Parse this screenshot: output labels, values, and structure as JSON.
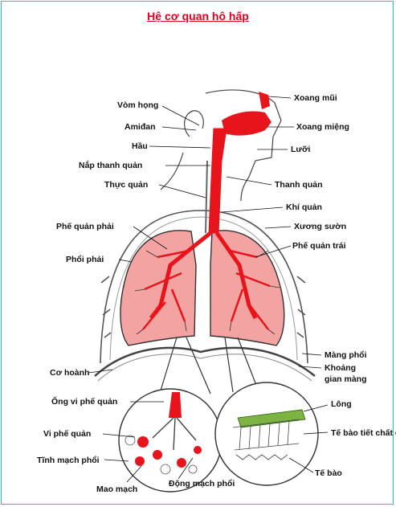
{
  "title": "Hệ cơ quan hô hấp",
  "colors": {
    "frame": "#2fc4a8",
    "title": "#e0001b",
    "airway": "#e8141c",
    "lung": "#f4a3a3",
    "lung_dark": "#d98484",
    "cilia": "#7cb342"
  },
  "labels": {
    "vom_hong": "Vòm họng",
    "amidan": "Amiđan",
    "hau": "Hầu",
    "nap_thanh_quan": "Nắp thanh quản",
    "thuc_quan": "Thực quản",
    "phe_quan_phai": "Phế quản phải",
    "phoi_phai": "Phổi phải",
    "co_hoanh": "Cơ hoành",
    "xoang_mui": "Xoang mũi",
    "xoang_mieng": "Xoang miệng",
    "luoi": "Lưỡi",
    "thanh_quan": "Thanh quản",
    "khi_quan": "Khí quản",
    "xuong_suon": "Xương sườn",
    "phe_quan_trai": "Phế quản trái",
    "mang_phoi": "Màng phổi",
    "khoang_gian_mang_1": "Khoảng",
    "khoang_gian_mang_2": "gian màng",
    "ong_vi_phe_quan": "Ống vi phế quản",
    "vi_phe_quan": "Vi phế quản",
    "tinh_mach_phoi": "Tĩnh mạch phổi",
    "mao_mach": "Mao mạch",
    "dong_mach_phoi": "Động mạch phổi",
    "long": "Lông",
    "te_bao_tiet_chat_day": "Tế bào tiết chất dày",
    "te_bao": "Tế bào"
  }
}
